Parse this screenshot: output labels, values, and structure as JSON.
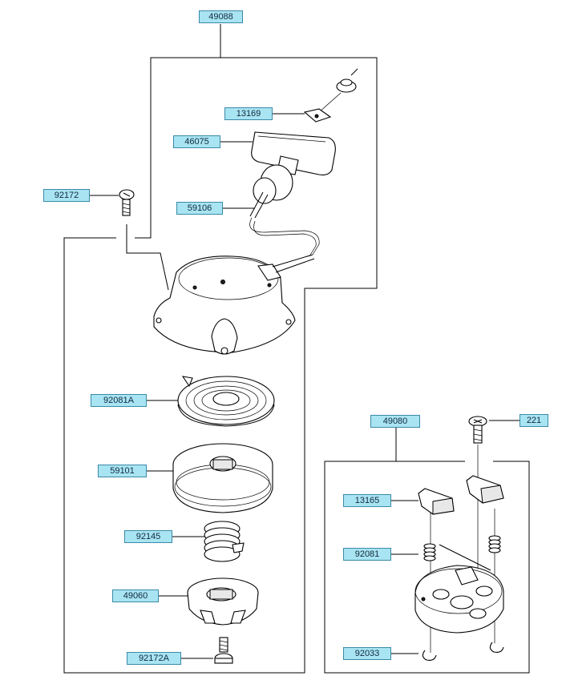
{
  "callouts": {
    "c49088": "49088",
    "c13169": "13169",
    "c46075": "46075",
    "c92172": "92172",
    "c59106": "59106",
    "c92081A": "92081A",
    "c59101": "59101",
    "c92145": "92145",
    "c49060": "49060",
    "c92172A": "92172A",
    "c49080": "49080",
    "c221": "221",
    "c13165": "13165",
    "c92081": "92081",
    "c92033": "92033"
  },
  "colors": {
    "callout_fill": "#a9e4f2",
    "callout_border": "#3a8aa8",
    "line": "#000000"
  }
}
